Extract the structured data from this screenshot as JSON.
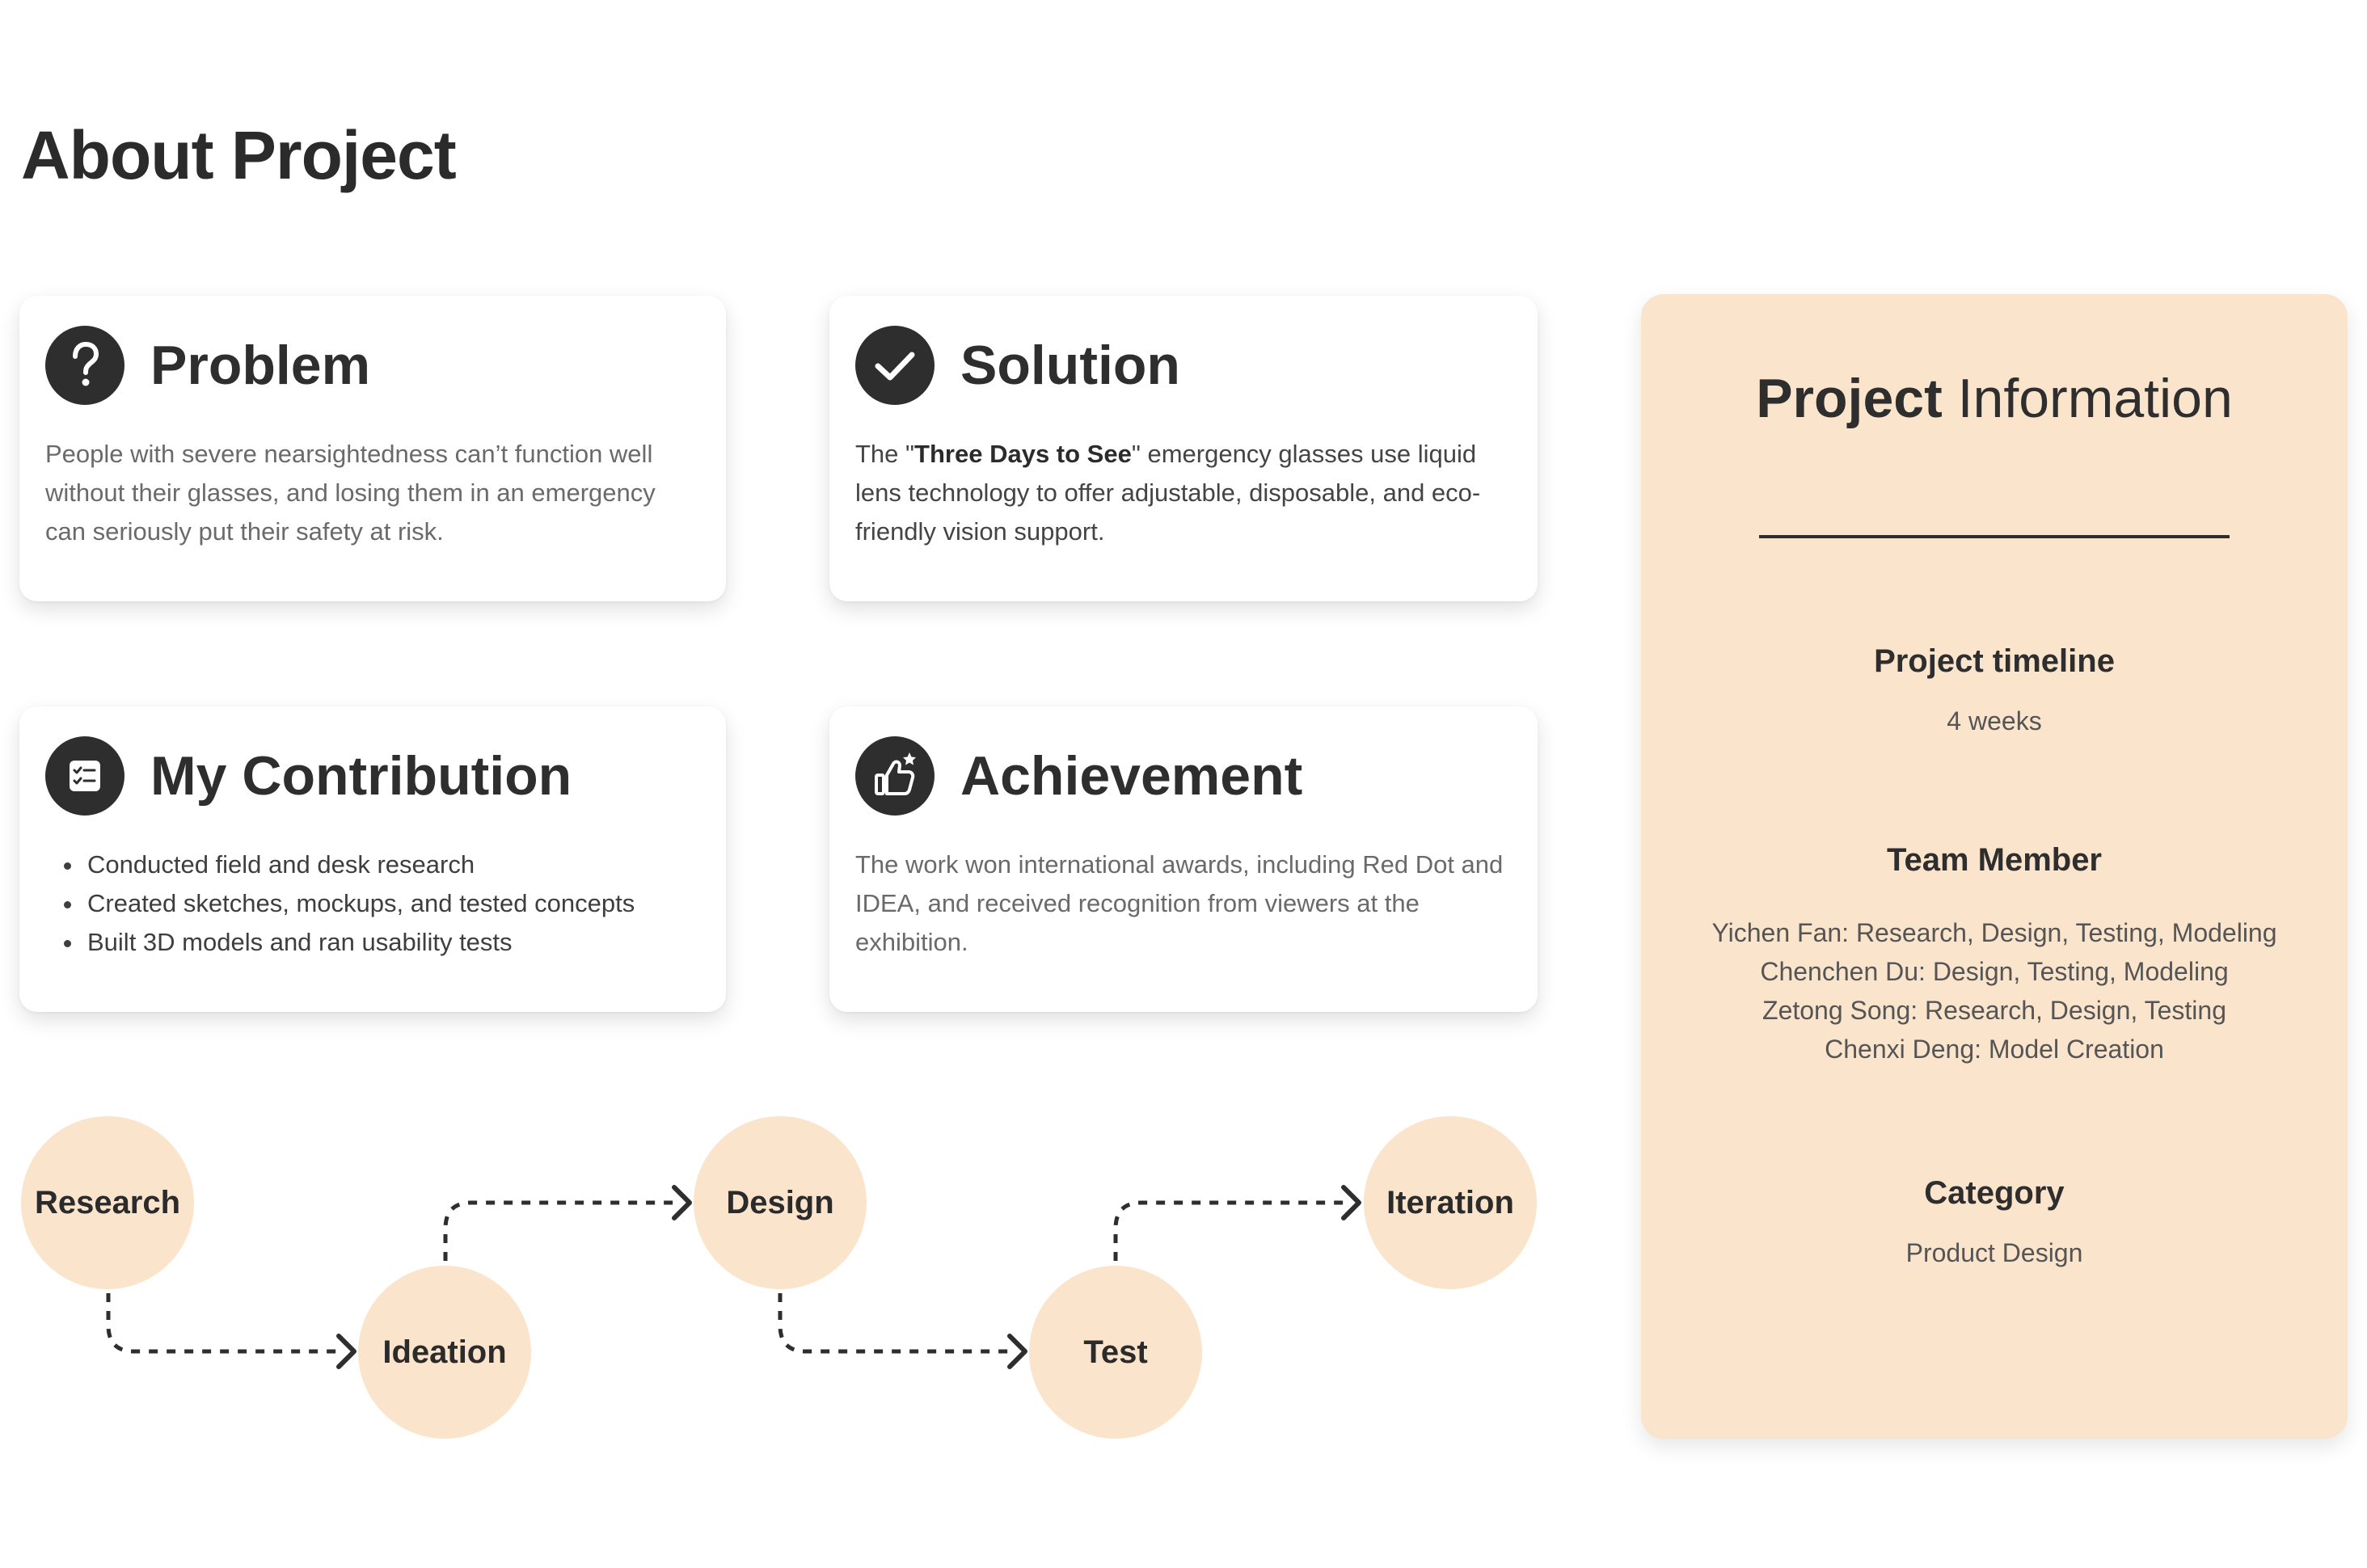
{
  "page": {
    "title": "About Project"
  },
  "cards": {
    "problem": {
      "title": "Problem",
      "icon": "question-icon",
      "body": "People with severe nearsightedness can’t function well without their glasses, and losing them in an emergency can seriously put their safety at risk."
    },
    "solution": {
      "title": "Solution",
      "icon": "checkmark-icon",
      "body_prefix": "The \"",
      "body_bold": "Three Days to See",
      "body_suffix": "\" emergency glasses use liquid lens technology to offer adjustable, disposable, and eco-friendly vision support."
    },
    "contribution": {
      "title": "My Contribution",
      "icon": "checklist-icon",
      "items": [
        "Conducted field and desk research",
        "Created sketches, mockups, and tested concepts",
        "Built 3D models and ran usability tests"
      ]
    },
    "achievement": {
      "title": "Achievement",
      "icon": "thumbs-up-star-icon",
      "body": "The work won international awards, including Red Dot and IDEA, and received recognition from viewers at the exhibition."
    }
  },
  "process": {
    "steps": [
      "Research",
      "Ideation",
      "Design",
      "Test",
      "Iteration"
    ]
  },
  "info": {
    "title_strong": "Project",
    "title_rest": " Information",
    "timeline_label": "Project timeline",
    "timeline_value": "4 weeks",
    "team_label": "Team Member",
    "team_members": [
      "Yichen Fan: Research, Design, Testing, Modeling",
      "Chenchen Du: Design, Testing, Modeling",
      "Zetong Song: Research, Design, Testing",
      "Chenxi Deng: Model Creation"
    ],
    "category_label": "Category",
    "category_value": "Product Design"
  },
  "colors": {
    "accent_peach": "#fbe4cc",
    "text_dark": "#2e2e2e",
    "text_muted": "#6a6a6a"
  }
}
